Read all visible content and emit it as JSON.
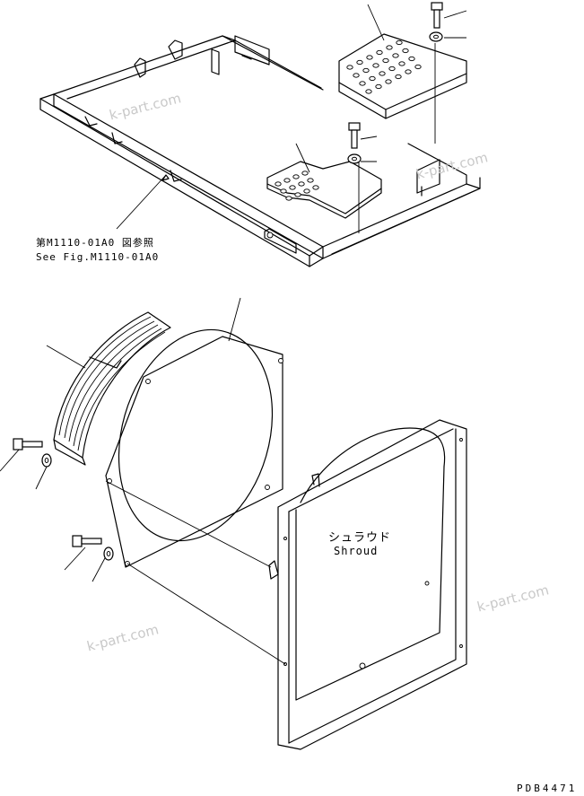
{
  "labels": {
    "ref_jp": "第M1110-01A0 図参照",
    "ref_en": "See Fig.M1110-01A0",
    "shroud_jp": "シュラウド",
    "shroud_en": "Shroud",
    "drawing_no": "PDB4471"
  },
  "watermarks": [
    "k-part.com",
    "k-part.com",
    "k-part.com",
    "k-part.com"
  ],
  "icons": [
    "bolt-icon",
    "washer-icon"
  ]
}
